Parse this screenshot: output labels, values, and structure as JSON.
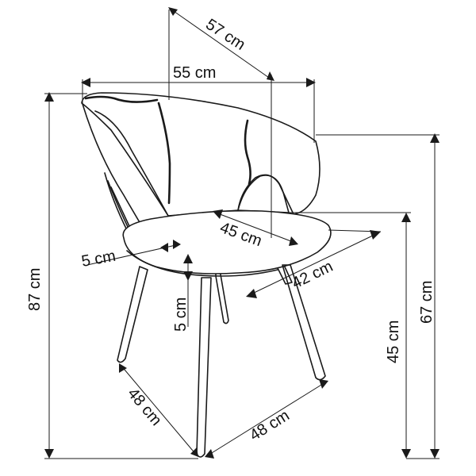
{
  "dimensions": {
    "depth_total": "57 cm",
    "width_total": "55 cm",
    "height_total": "87 cm",
    "armrest_height": "67 cm",
    "seat_height": "45 cm",
    "seat_depth": "45 cm",
    "seat_width": "42 cm",
    "seat_thickness": "5 cm",
    "back_thickness": "5 cm",
    "leg_span_side": "48 cm",
    "leg_span_front": "48 cm"
  },
  "colors": {
    "line": "#1a1a1a",
    "background": "#ffffff"
  }
}
